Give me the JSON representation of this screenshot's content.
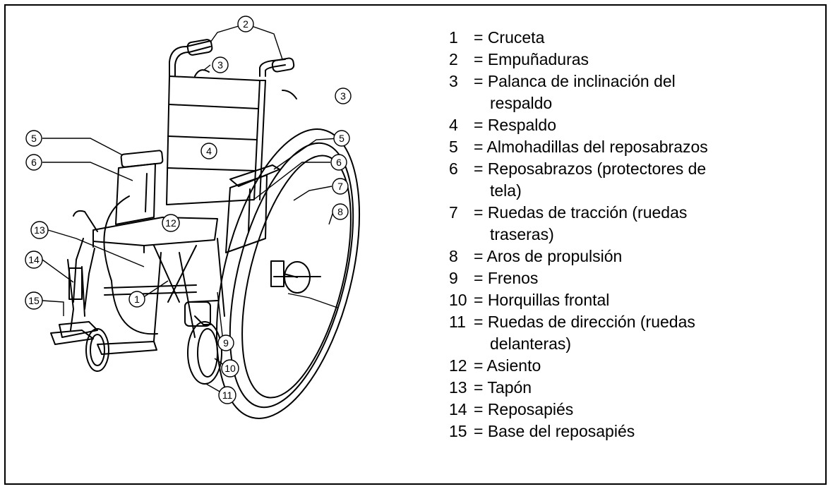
{
  "legend": [
    {
      "number": "1",
      "lines": [
        "= Cruceta"
      ]
    },
    {
      "number": "2",
      "lines": [
        "= Empuñaduras"
      ]
    },
    {
      "number": "3",
      "lines": [
        "= Palanca de inclinación del",
        "respaldo"
      ]
    },
    {
      "number": "4",
      "lines": [
        "= Respaldo"
      ]
    },
    {
      "number": "5",
      "lines": [
        "= Almohadillas del reposabrazos"
      ]
    },
    {
      "number": "6",
      "lines": [
        "= Reposabrazos (protectores de",
        "tela)"
      ]
    },
    {
      "number": "7",
      "lines": [
        "= Ruedas de tracción (ruedas",
        "traseras)"
      ]
    },
    {
      "number": "8",
      "lines": [
        "= Aros de propulsión"
      ]
    },
    {
      "number": "9",
      "lines": [
        "= Frenos"
      ]
    },
    {
      "number": "10",
      "lines": [
        "= Horquillas frontal"
      ]
    },
    {
      "number": "11",
      "lines": [
        "= Ruedas de dirección (ruedas",
        "delanteras)"
      ]
    },
    {
      "number": "12",
      "lines": [
        "= Asiento"
      ]
    },
    {
      "number": "13",
      "lines": [
        "= Tapón"
      ]
    },
    {
      "number": "14",
      "lines": [
        "= Reposapiés"
      ]
    },
    {
      "number": "15",
      "lines": [
        "= Base del reposapiés"
      ]
    }
  ],
  "callouts": [
    "1",
    "2",
    "3",
    "3",
    "4",
    "5",
    "5",
    "6",
    "6",
    "7",
    "8",
    "9",
    "10",
    "11",
    "12",
    "13",
    "14",
    "15"
  ]
}
